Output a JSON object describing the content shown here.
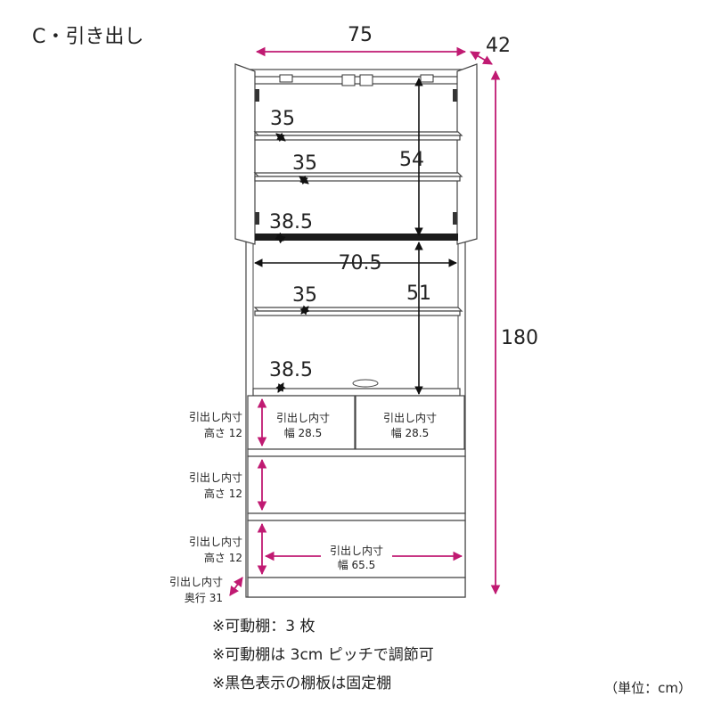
{
  "title": "C・引き出し",
  "dimensions": {
    "width": "75",
    "depth": "42",
    "height": "180",
    "upper_inner_height": "54",
    "lower_inner_height": "51",
    "inner_width": "70.5"
  },
  "shelf_depths": [
    "35",
    "35",
    "38.5",
    "35",
    "38.5"
  ],
  "drawers": {
    "label": "引出し内寸",
    "top_left_width": "幅 28.5",
    "top_right_width": "幅 28.5",
    "height_1": "高さ 12",
    "height_2": "高さ 12",
    "height_3": "高さ 12",
    "bottom_width": "幅 65.5",
    "depth": "奥行 31"
  },
  "notes": [
    "※可動棚：3 枚",
    "※可動棚は 3cm ピッチで調節可",
    "※黒色表示の棚板は固定棚"
  ],
  "unit": "（単位：cm）",
  "colors": {
    "accent": "#c01a72",
    "line": "#111111",
    "fixed_shelf": "#1c1c1c"
  }
}
